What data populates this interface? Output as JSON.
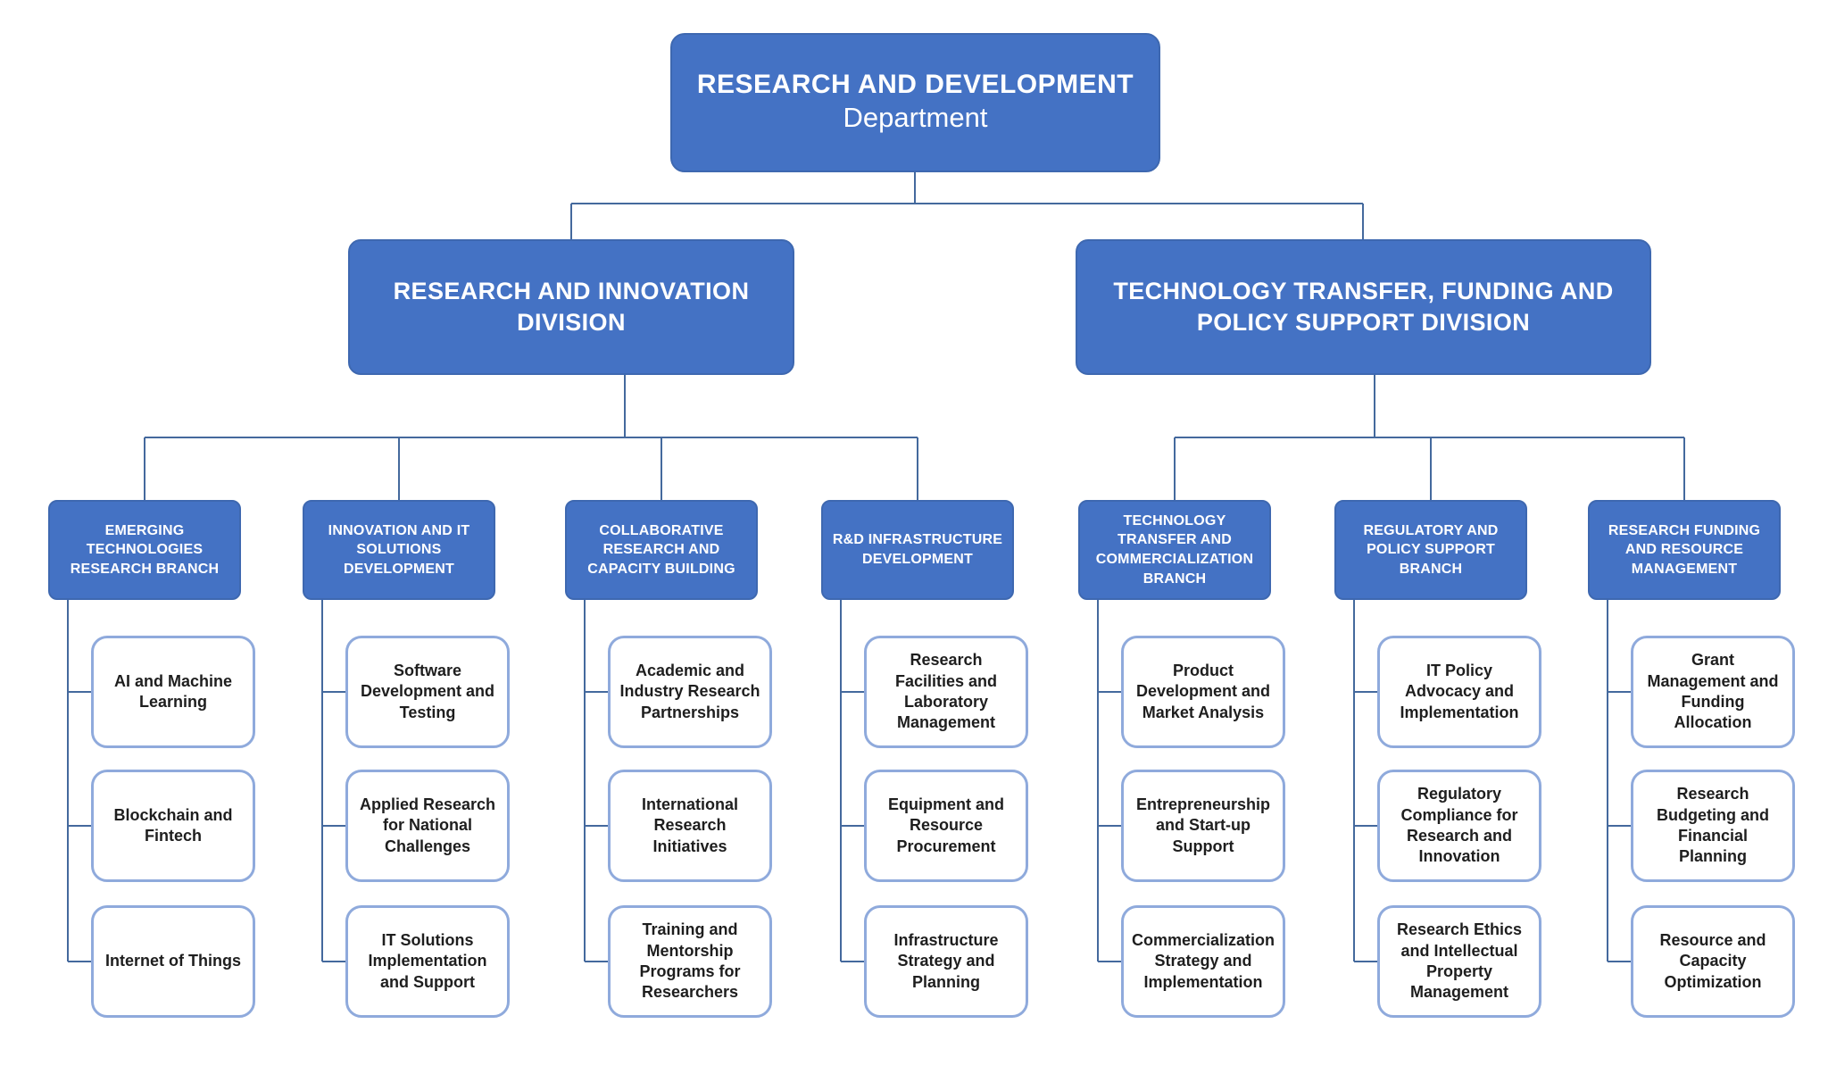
{
  "org": {
    "root": {
      "title": "RESEARCH AND DEVELOPMENT",
      "subtitle": "Department"
    },
    "divisions": [
      {
        "label": "RESEARCH AND INNOVATION DIVISION"
      },
      {
        "label": "TECHNOLOGY TRANSFER, FUNDING AND POLICY SUPPORT DIVISION"
      }
    ],
    "branches": [
      {
        "label": "EMERGING TECHNOLOGIES RESEARCH BRANCH",
        "division": "RESEARCH AND INNOVATION DIVISION",
        "units": [
          "AI and Machine Learning",
          "Blockchain and Fintech",
          "Internet of Things"
        ]
      },
      {
        "label": "INNOVATION AND IT SOLUTIONS DEVELOPMENT",
        "division": "RESEARCH AND INNOVATION DIVISION",
        "units": [
          "Software Development and Testing",
          "Applied Research for National Challenges",
          "IT Solutions Implementation and Support"
        ]
      },
      {
        "label": "COLLABORATIVE RESEARCH AND CAPACITY BUILDING",
        "division": "RESEARCH AND INNOVATION DIVISION",
        "units": [
          "Academic and Industry Research Partnerships",
          "International Research Initiatives",
          "Training and Mentorship Programs for Researchers"
        ]
      },
      {
        "label": "R&D INFRASTRUCTURE DEVELOPMENT",
        "division": "RESEARCH AND INNOVATION DIVISION",
        "units": [
          "Research Facilities and Laboratory Management",
          "Equipment and Resource Procurement",
          "Infrastructure Strategy and Planning"
        ]
      },
      {
        "label": "TECHNOLOGY TRANSFER AND COMMERCIALIZATION BRANCH",
        "division": "TECHNOLOGY TRANSFER, FUNDING AND POLICY SUPPORT DIVISION",
        "units": [
          "Product Development and Market Analysis",
          "Entrepreneurship and Start-up Support",
          "Commercialization Strategy and Implementation"
        ]
      },
      {
        "label": "REGULATORY AND POLICY SUPPORT BRANCH",
        "division": "TECHNOLOGY TRANSFER, FUNDING AND POLICY SUPPORT DIVISION",
        "units": [
          "IT Policy Advocacy and Implementation",
          "Regulatory Compliance for Research and Innovation",
          "Research Ethics and Intellectual Property Management"
        ]
      },
      {
        "label": "RESEARCH FUNDING AND RESOURCE MANAGEMENT",
        "division": "TECHNOLOGY TRANSFER, FUNDING AND POLICY SUPPORT DIVISION",
        "units": [
          "Grant Management and Funding Allocation",
          "Research Budgeting and Financial Planning",
          "Resource and Capacity Optimization"
        ]
      }
    ],
    "colors": {
      "node_fill": "#4472C4",
      "node_border": "#3E68B0",
      "node_text": "#FFFFFF",
      "leaf_fill": "#FFFFFF",
      "leaf_border": "#8FAADC",
      "leaf_text": "#1E1E1E",
      "connector": "#44699D"
    }
  }
}
